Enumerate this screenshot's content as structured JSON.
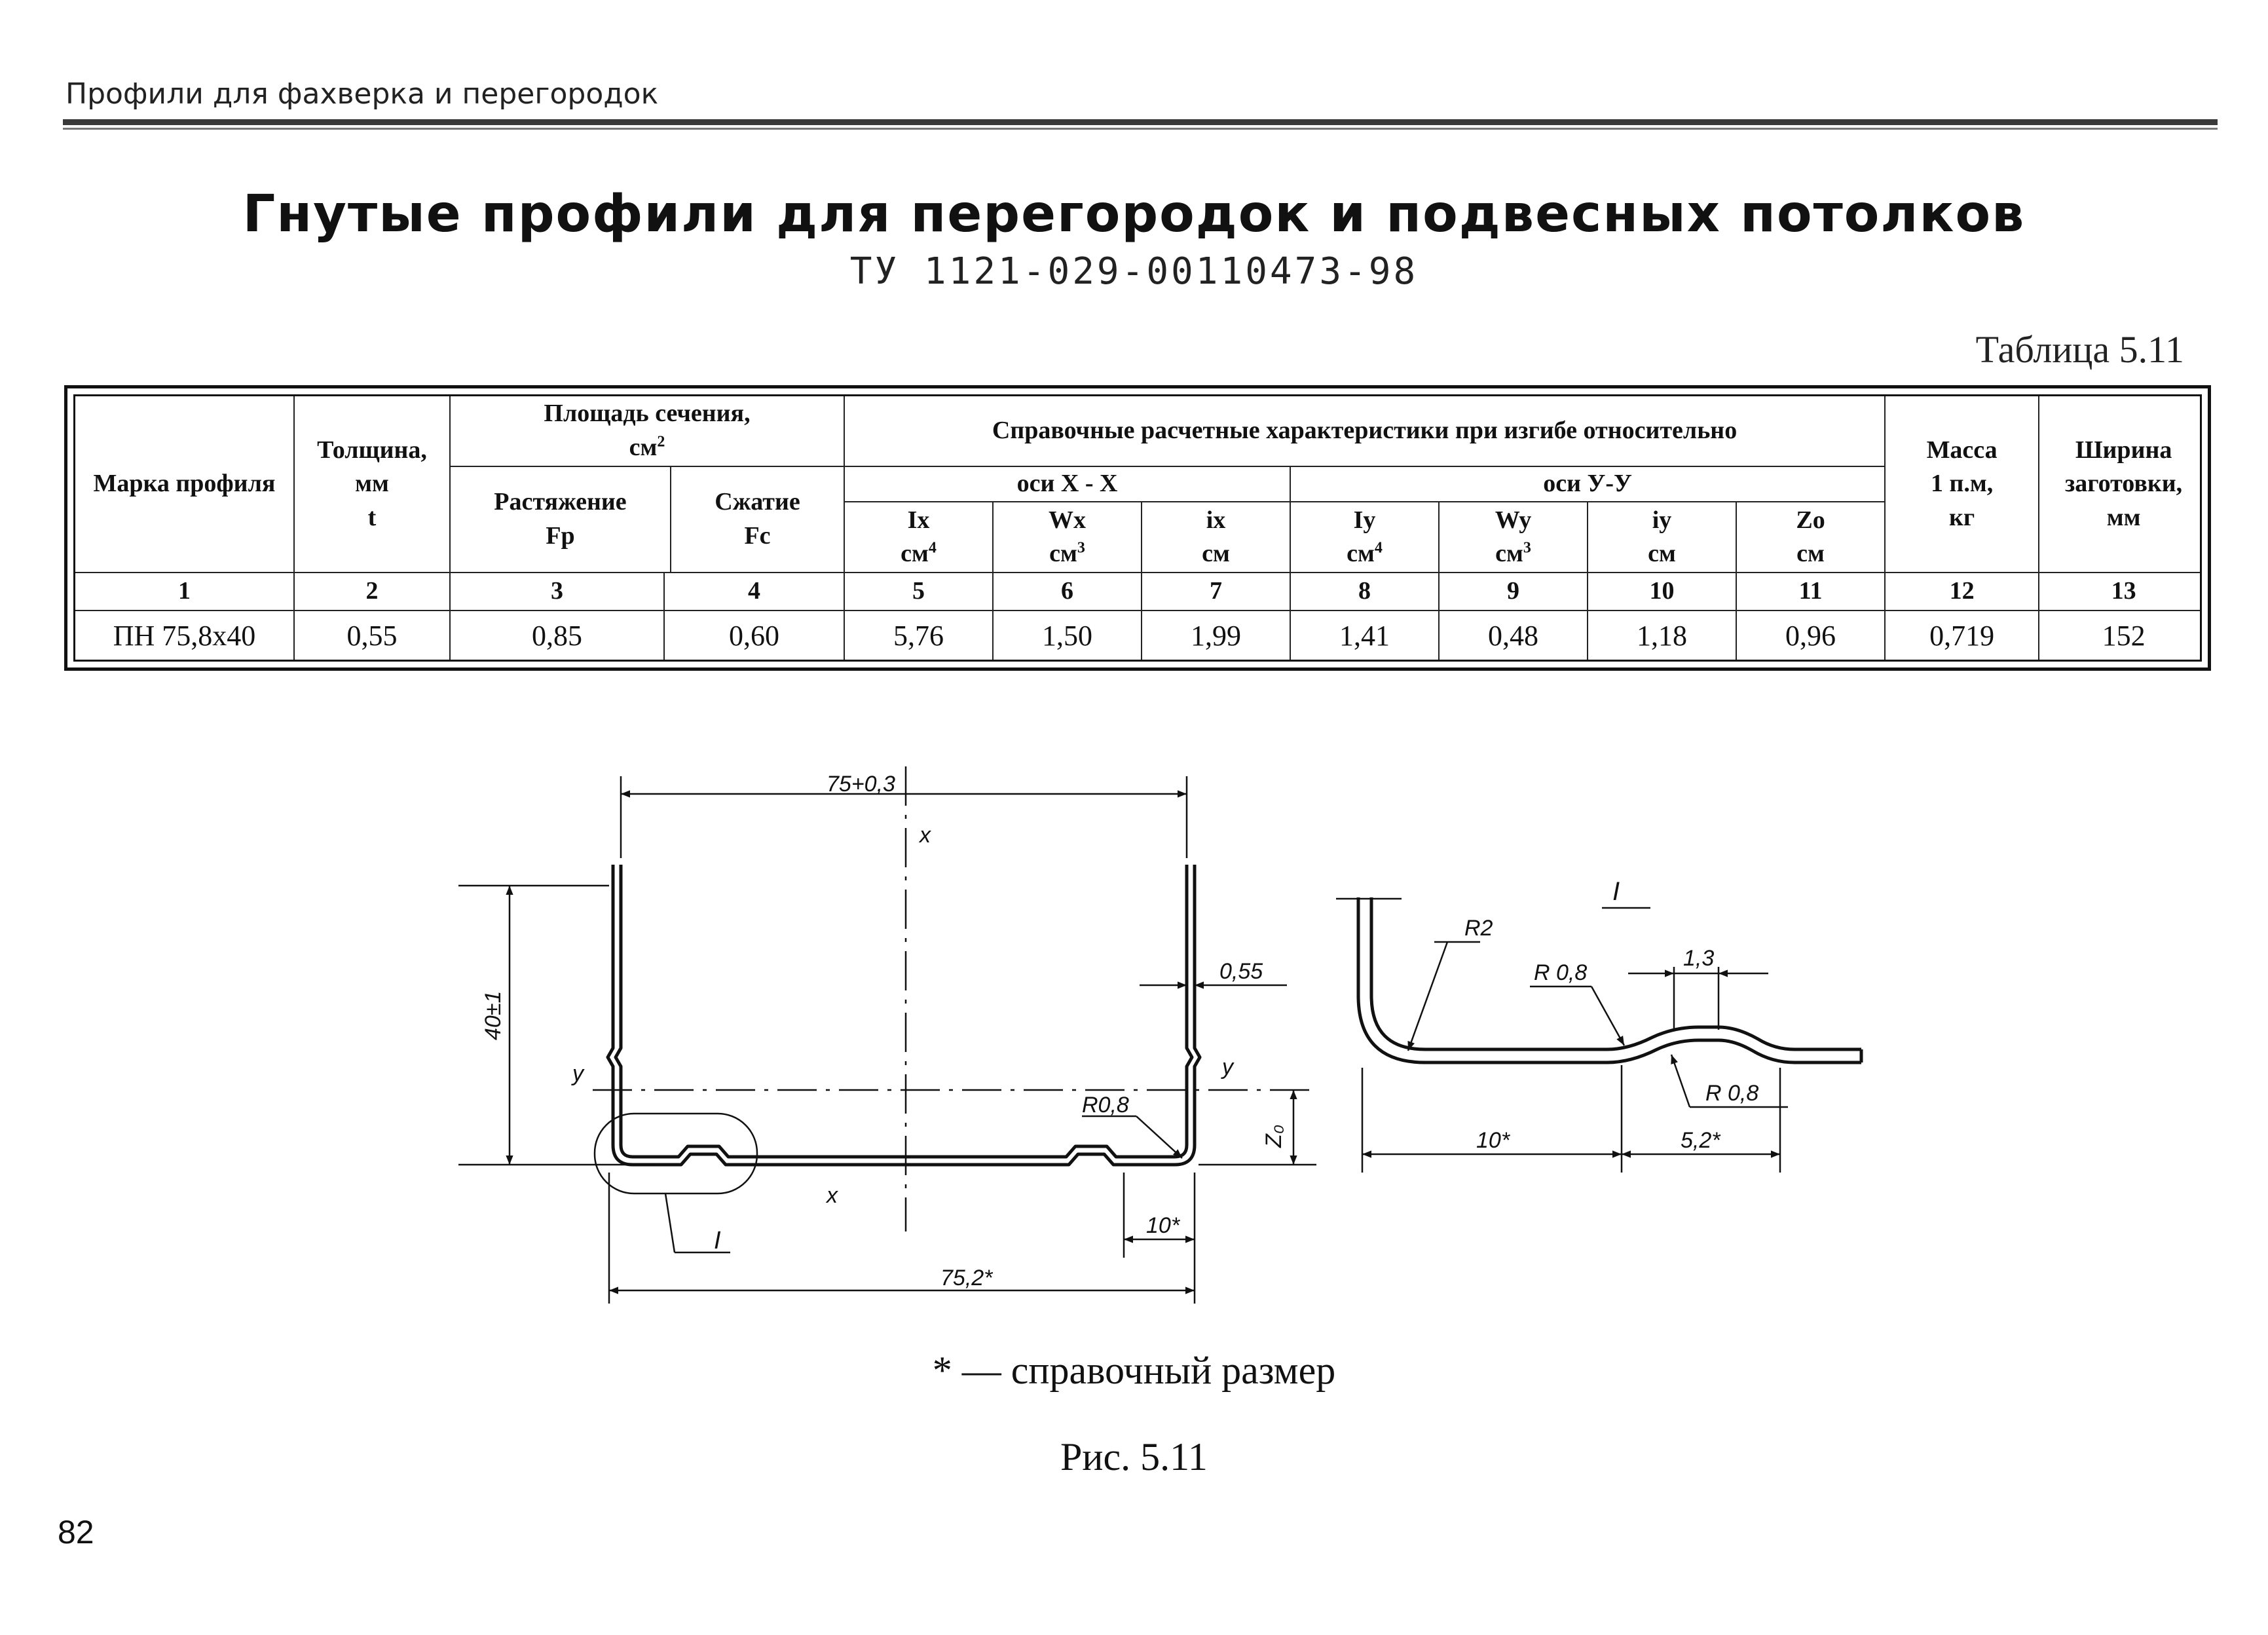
{
  "page": {
    "running_header": "Профили для фахверка и перегородок",
    "title": "Гнутые профили для перегородок и подвесных потолков",
    "subtitle": "ТУ 1121-029-00110473-98",
    "table_label": "Таблица 5.11",
    "footnote": "* — справочный размер",
    "caption": "Рис. 5.11",
    "page_number": "82"
  },
  "table": {
    "h_mark": "Марка профиля",
    "h_thickness_1": "Толщина,",
    "h_thickness_2": "мм",
    "h_thickness_3": "t",
    "h_area_1": "Площадь  сечения,",
    "h_area_2": "см",
    "h_area_sup": "2",
    "h_tension_1": "Растяжение",
    "h_tension_2": "Fp",
    "h_compression_1": "Сжатие",
    "h_compression_2": "Fc",
    "h_reference": "Справочные расчетные характеристики при изгибе относительно",
    "h_axis_x": "оси X - X",
    "h_axis_y": "оси У-У",
    "h_ix_big": "Ix",
    "h_wx": "Wx",
    "h_ix_small": "ix",
    "h_iy_big": "Iy",
    "h_wy": "Wy",
    "h_iy_small": "iy",
    "h_zo": "Zo",
    "u_cm": "см",
    "sup4": "4",
    "sup3": "3",
    "h_mass_1": "Масса",
    "h_mass_2": "1 п.м,",
    "h_mass_3": "кг",
    "h_width_1": "Ширина",
    "h_width_2": "заготовки,",
    "h_width_3": "мм",
    "col_numbers": [
      "1",
      "2",
      "3",
      "4",
      "5",
      "6",
      "7",
      "8",
      "9",
      "10",
      "11",
      "12",
      "13"
    ],
    "row": [
      "ПН 75,8х40",
      "0,55",
      "0,85",
      "0,60",
      "5,76",
      "1,50",
      "1,99",
      "1,41",
      "0,48",
      "1,18",
      "0,96",
      "0,719",
      "152"
    ]
  },
  "drawing": {
    "dim_top": "75+0,3",
    "dim_height": "40±1",
    "dim_thickness": "0,55",
    "dim_radius_main": "R0,8",
    "dim_zo": "Z₀",
    "dim_10": "10*",
    "dim_bottom": "75,2*",
    "axis_x_top": "x",
    "axis_x_bottom": "x",
    "axis_y_left": "y",
    "axis_y_right": "y",
    "detail_mark": "I",
    "detail_title": "I",
    "detail_r2": "R2",
    "detail_r08_a": "R 0,8",
    "detail_r08_b": "R 0,8",
    "detail_13": "1,3",
    "detail_10": "10*",
    "detail_52": "5,2*"
  }
}
